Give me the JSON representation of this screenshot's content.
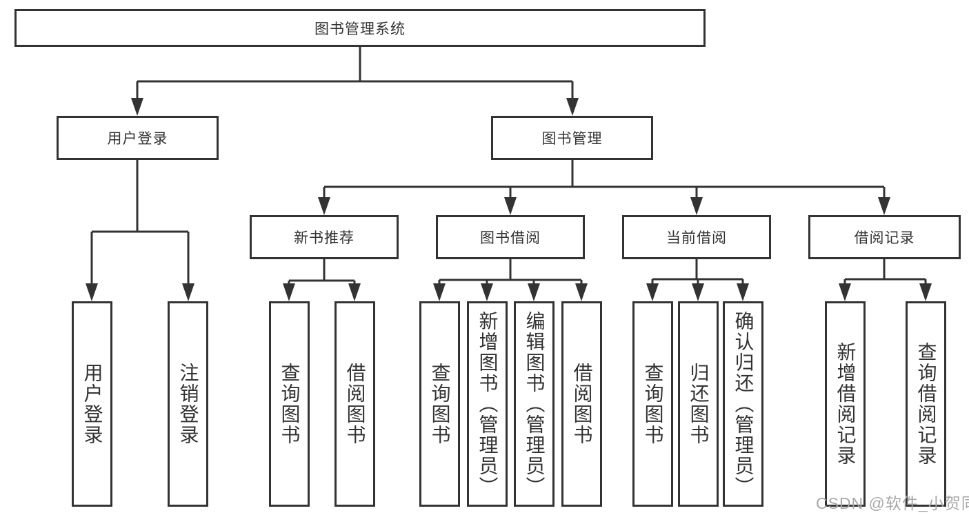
{
  "colors": {
    "line": "#333333",
    "box_border": "#333333",
    "text": "#333333",
    "watermark": "#a8a8a8",
    "background": "#ffffff"
  },
  "watermark": {
    "text": "CSDN @软件_小贺同学"
  },
  "diagram": {
    "root": {
      "label": "图书管理系统"
    },
    "level2": {
      "user_login": {
        "label": "用户登录"
      },
      "book_mgmt": {
        "label": "图书管理"
      }
    },
    "level3": {
      "new_book_rec": {
        "label": "新书推荐"
      },
      "book_borrow": {
        "label": "图书借阅"
      },
      "current_borrow": {
        "label": "当前借阅"
      },
      "borrow_records": {
        "label": "借阅记录"
      }
    },
    "leaves": {
      "user_login_leaf": {
        "label": "用户登录"
      },
      "logout": {
        "label": "注销登录"
      },
      "nbr_query_book": {
        "label": "查询图书"
      },
      "nbr_borrow_book": {
        "label": "借阅图书"
      },
      "bb_query_book": {
        "label": "查询图书"
      },
      "bb_add_book": {
        "label": "新增图书（管理员）"
      },
      "bb_edit_book": {
        "label": "编辑图书（管理员）"
      },
      "bb_borrow_book": {
        "label": "借阅图书"
      },
      "cb_query_book": {
        "label": "查询图书"
      },
      "cb_return_book": {
        "label": "归还图书"
      },
      "cb_confirm_return": {
        "label": "确认归还（管理员）"
      },
      "br_add_record": {
        "label": "新增借阅记录"
      },
      "br_query_record": {
        "label": "查询借阅记录"
      }
    }
  }
}
